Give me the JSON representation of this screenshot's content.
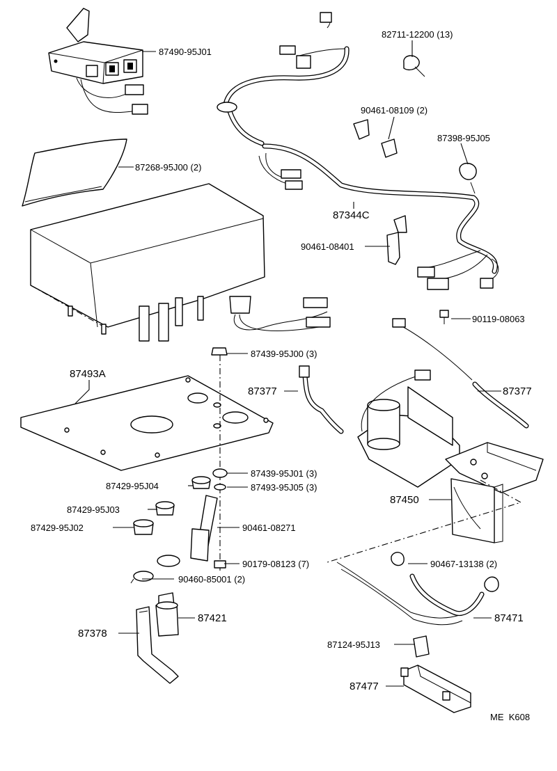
{
  "diagram": {
    "code": "ME  K608",
    "labels": {
      "p87490": "87490-95J01",
      "p82711": "82711-12200 (13)",
      "p90461a": "90461-08109 (2)",
      "p87398": "87398-95J05",
      "p87268": "87268-95J00 (2)",
      "p87344": "87344C",
      "p90461b": "90461-08401",
      "p90119": "90119-08063",
      "p87439a": "87439-95J00 (3)",
      "p87493a": "87493A",
      "p87377a": "87377",
      "p87377b": "87377",
      "p87439b": "87439-95J01 (3)",
      "p87429a": "87429-95J04",
      "p87493b": "87493-95J05 (3)",
      "p87450": "87450",
      "p87429b": "87429-95J03",
      "p90461c": "90461-08271",
      "p87429c": "87429-95J02",
      "p90179": "90179-08123 (7)",
      "p90467": "90467-13138 (2)",
      "p90460": "90460-85001 (2)",
      "p87421": "87421",
      "p87471": "87471",
      "p87378": "87378",
      "p87124": "87124-95J13",
      "p87477": "87477"
    }
  }
}
